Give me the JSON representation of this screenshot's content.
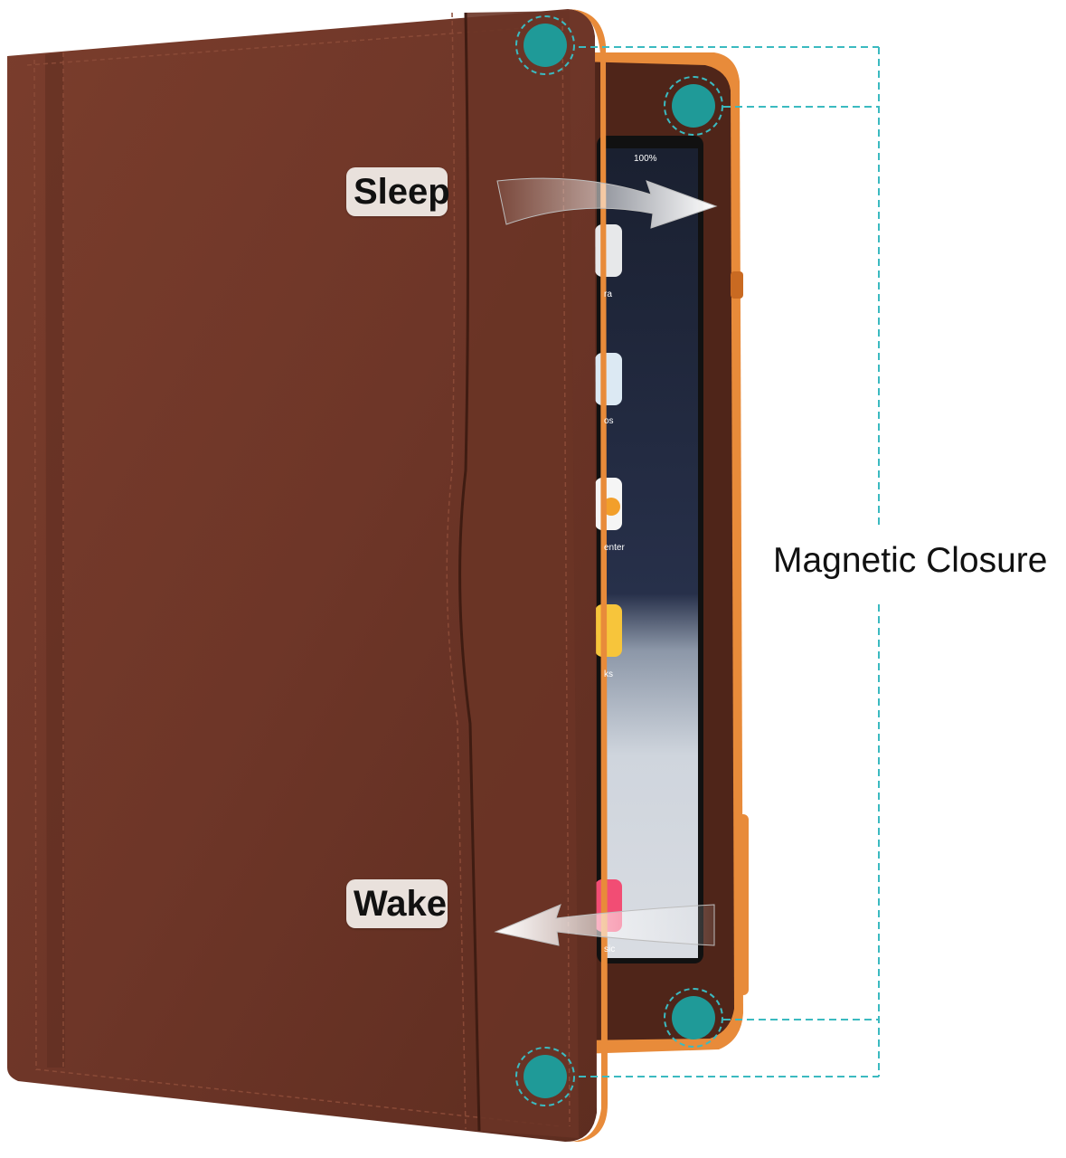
{
  "labels": {
    "sleep": "Sleep",
    "wake": "Wake",
    "magnetic_closure": "Magnetic Closure"
  },
  "tablet": {
    "battery": "100%",
    "app_labels": [
      "ra",
      "os",
      "enter",
      "ks",
      "sic"
    ]
  },
  "colors": {
    "leather": "#6b3527",
    "leather_dark": "#4f2519",
    "trim": "#e88b3a",
    "magnet": "#1f9a98",
    "guide_line": "#3bbac0",
    "screen_bg": "#1c2230"
  },
  "icons": [
    "magnet-icon",
    "arrow-right-icon",
    "arrow-left-icon"
  ]
}
